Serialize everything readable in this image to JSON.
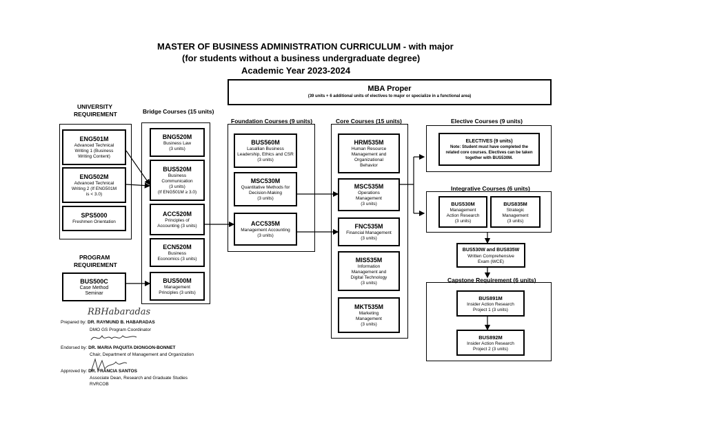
{
  "titles": {
    "line1": "MASTER OF BUSINESS ADMINISTRATION CURRICULUM - with major",
    "line2": "(for students without a business undergraduate degree)",
    "line3": "Academic Year 2023-2024"
  },
  "mba_proper": {
    "title": "MBA Proper",
    "subtitle": "(39 units + 6 additional units of electives to major or specialize in a functional area)"
  },
  "headers": {
    "university_req_1": "UNIVERSITY",
    "university_req_2": "REQUIREMENT",
    "bridge": "Bridge Courses (15 units)",
    "foundation": "Foundation Courses (9 units)",
    "core": "Core Courses (15 units)",
    "elective": "Elective Courses (9 units)",
    "integrative": "Integrative Courses (6 units)",
    "program_req_1": "PROGRAM",
    "program_req_2": "REQUIREMENT",
    "capstone": "Capstone Requirement (6 units)"
  },
  "university": [
    {
      "code": "ENG501M",
      "desc": "Advanced Technical\nWriting 1 (Business\nWriting Content)"
    },
    {
      "code": "ENG502M",
      "desc": "Advanced Technical\nWriting 2 (If ENG501M\nis < 3.0)"
    },
    {
      "code": "SPS5000",
      "desc": "Freshmen Orientation"
    }
  ],
  "program": {
    "code": "BUS500C",
    "desc": "Case Method\nSeminar"
  },
  "bridge": [
    {
      "code": "BNG520M",
      "desc": "Business Law\n(3 units)"
    },
    {
      "code": "BUS520M",
      "desc": "Business\nCommunication\n(3 units)\n(If ENG501M ≥ 3.0)"
    },
    {
      "code": "ACC520M",
      "desc": "Principles of\nAccounting (3 units)"
    },
    {
      "code": "ECN520M",
      "desc": "Business\nEconomics (3 units)"
    },
    {
      "code": "BUS500M",
      "desc": "Management\nPrinciples (3 units)"
    }
  ],
  "foundation": [
    {
      "code": "BUS560M",
      "desc": "Lasallian Business\nLeadership, Ethics and CSR\n(3 units)"
    },
    {
      "code": "MSC530M",
      "desc": "Quantitative Methods for\nDecision-Making\n(3 units)"
    },
    {
      "code": "ACC535M",
      "desc": "Management Accounting\n(3 units)"
    }
  ],
  "core": [
    {
      "code": "HRM535M",
      "desc": "Human Resource\nManagement and\nOrganizational\nBehavior"
    },
    {
      "code": "MSC535M",
      "desc": "Operations\nManagement\n(3 units)"
    },
    {
      "code": "FNC535M",
      "desc": "Financial Management\n(3 units)"
    },
    {
      "code": "MIS535M",
      "desc": "Information\nManagement and\nDigital Technology\n(3 units)"
    },
    {
      "code": "MKT535M",
      "desc": "Marketing\nManagement\n(3 units)"
    }
  ],
  "electives": {
    "code": "ELECTIVES (9 units)",
    "note": "Note: Student must have completed the related core courses. Electives can be taken together with BUS530M."
  },
  "integrative": [
    {
      "code": "BUS530M",
      "desc": "Management\nAction Research\n(3 units)"
    },
    {
      "code": "BUS835M",
      "desc": "Strategic\nManagement\n(3 units)"
    }
  ],
  "wce": {
    "code": "BUS530W and BUS835W",
    "desc": "Written Comprehensive\nExam (WCE)"
  },
  "capstone": [
    {
      "code": "BUS891M",
      "desc": "Insider Action Research\nProject 1 (3 units)"
    },
    {
      "code": "BUS892M",
      "desc": "Insider Action Research\nProject 2 (3 units)"
    }
  ],
  "signatures": {
    "prepared_label": "Prepared by:",
    "prepared_name": "DR. RAYMUND B. HABARADAS",
    "prepared_title": "DMO GS Program Coordinator",
    "endorsed_label": "Endorsed by:",
    "endorsed_name": "DR. MARIA PAQUITA DIONGON-BONNET",
    "endorsed_title": "Chair, Department of Management and Organization",
    "approved_label": "Approved by:",
    "approved_name": "DR. FRANCIA SANTOS",
    "approved_title_1": "Associate Dean, Research and Graduate Studies",
    "approved_title_2": "RVRCOB",
    "prepared_signature": "RBHabaradas"
  }
}
